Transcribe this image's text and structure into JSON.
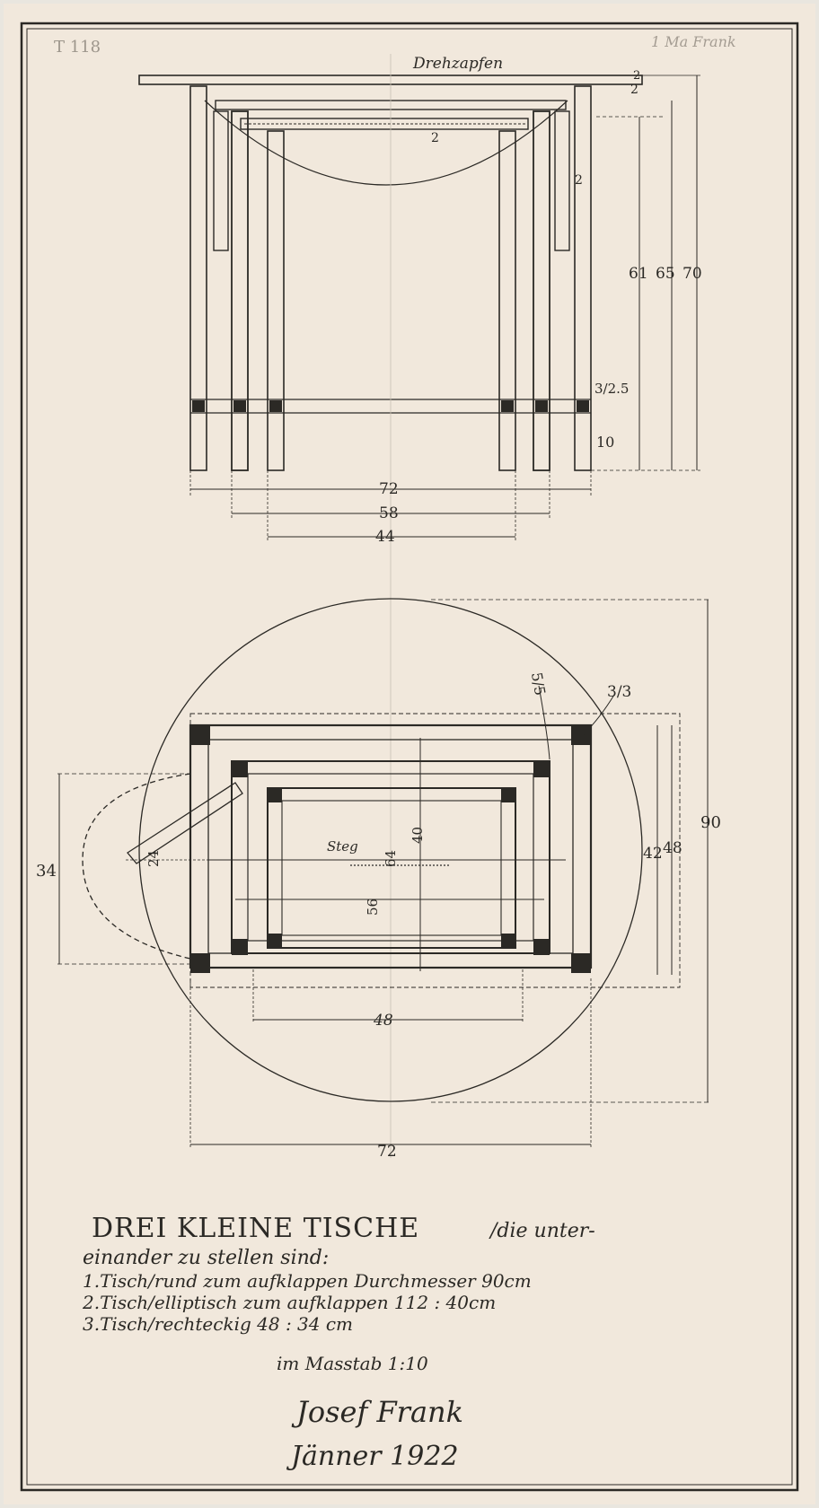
{
  "corner_marks": {
    "left": "T 118",
    "right": "1 Ma Frank"
  },
  "elevation": {
    "label_drehzapfen": "Drehzapfen",
    "small_dims": {
      "top_gap": "2",
      "side_gap": "2",
      "inner_gap": "2",
      "side_right": "2"
    },
    "heights": {
      "h61": "61",
      "h65": "65",
      "h70": "70"
    },
    "rail": {
      "section": "3/2.5",
      "offset": "10"
    },
    "widths": {
      "w72": "72",
      "w58": "58",
      "w44": "44"
    }
  },
  "plan": {
    "diameter": "90",
    "corner_3_3": "3/3",
    "corner_5_5": "5/5",
    "label_steg": "Steg",
    "left_34": "34",
    "left_24": "24",
    "d40": "40",
    "d64": "64",
    "d56": "56",
    "d42": "42",
    "d48v": "48",
    "bottom_48": "48",
    "bottom_72": "72"
  },
  "title_block": {
    "heading": "DREI KLEINE TISCHE",
    "heading_cont": "/die unter-",
    "line2": "einander zu stellen sind:",
    "item1": "1.Tisch/rund zum aufklappen Durchmesser 90cm",
    "item2": "2.Tisch/elliptisch zum aufklappen 112 : 40cm",
    "item3": "3.Tisch/rechteckig 48 : 34 cm",
    "scale": "im Masstab 1:10",
    "signature": "Josef Frank",
    "date": "Jänner 1922"
  }
}
